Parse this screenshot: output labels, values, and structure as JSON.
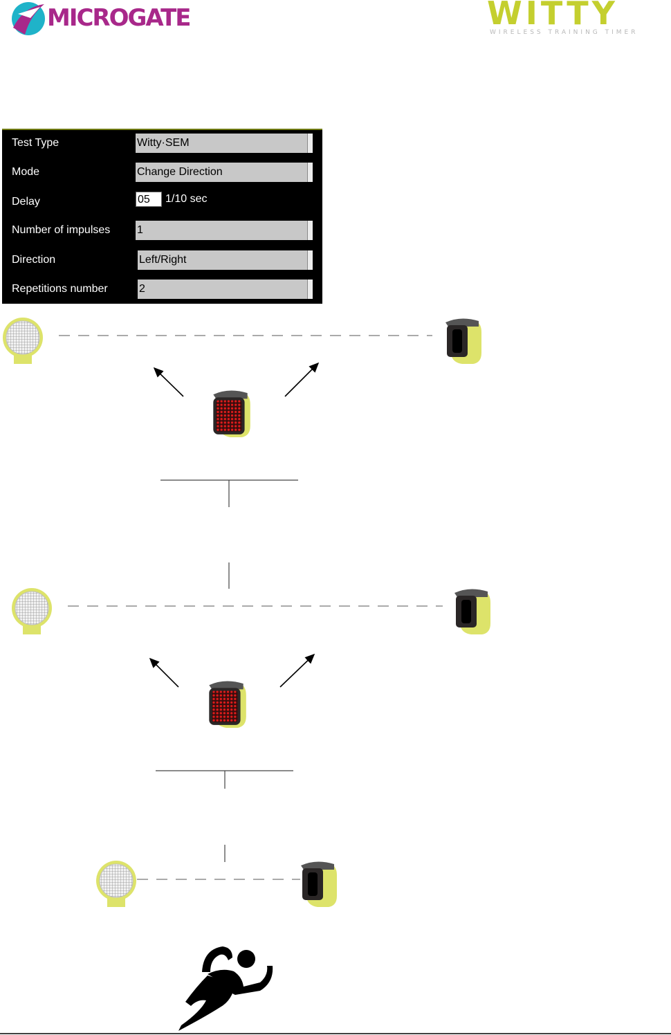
{
  "logos": {
    "microgate": "MICROGATE",
    "witty": "WITTY",
    "witty_tagline": "WIRELESS TRAINING TIMER"
  },
  "settings": {
    "test_type": {
      "label": "Test Type",
      "value": "Witty·SEM"
    },
    "mode": {
      "label": "Mode",
      "value": "Change Direction"
    },
    "delay": {
      "label": "Delay",
      "value": "05",
      "unit": "1/10 sec"
    },
    "impulses": {
      "label": "Number of impulses",
      "value": "1"
    },
    "direction": {
      "label": "Direction",
      "value": "Left/Right"
    },
    "repetitions": {
      "label": "Repetitions number",
      "value": "2"
    }
  },
  "colors": {
    "microgate_magenta": "#a8288a",
    "microgate_cyan": "#1fb3c9",
    "witty_yellow": "#c4cf2f",
    "device_yellow": "#dde36a",
    "device_dark": "#2a2626",
    "led_red": "#e01b1b"
  },
  "icons": {
    "reflector": "reflector-icon",
    "photocell": "photocell-icon",
    "led_display": "led-display-icon",
    "runner": "runner-icon"
  }
}
